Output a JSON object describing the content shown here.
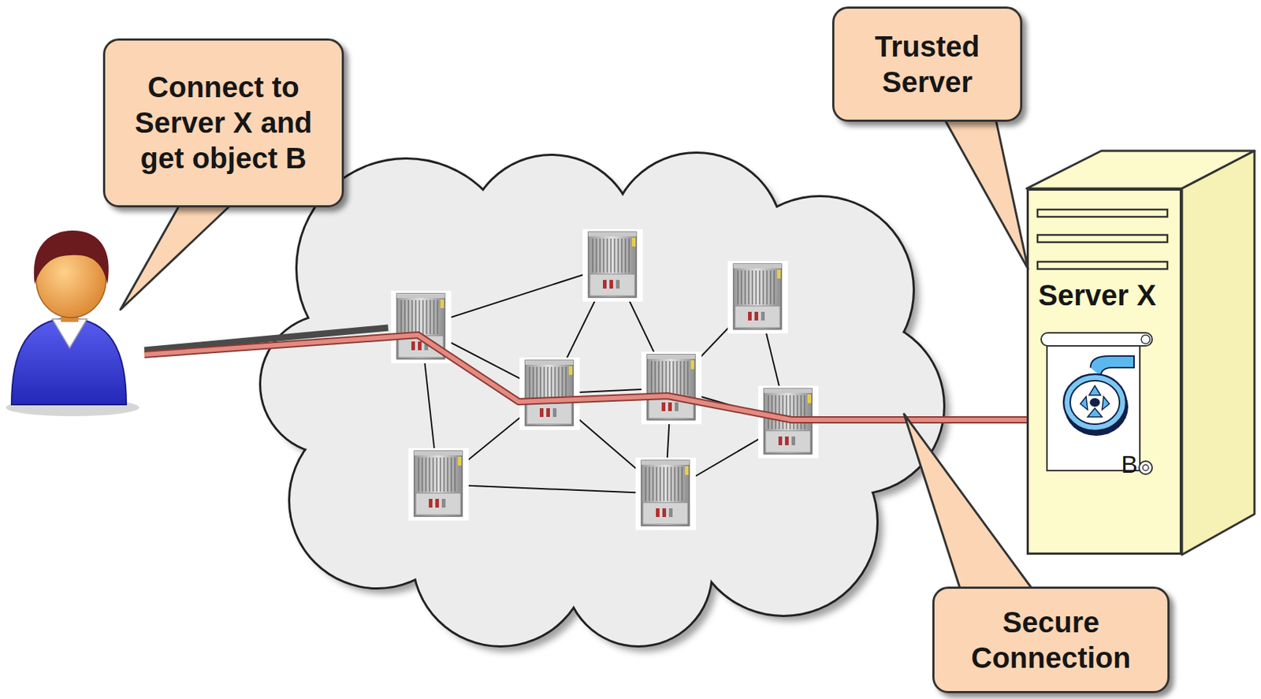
{
  "diagram": {
    "nodes": [
      {
        "text": [
          "Connect to Server X and get object B"
        ]
      },
      {
        "text": [
          "Trusted Server"
        ]
      },
      {
        "text": [
          "Server X"
        ]
      },
      {
        "text": [
          "B"
        ],
        "in": 2
      },
      {
        "text": [
          "Secure Connection"
        ]
      }
    ],
    "edges": [
      {
        "from": 1,
        "to": 2,
        "arrow": "none"
      }
    ]
  }
}
